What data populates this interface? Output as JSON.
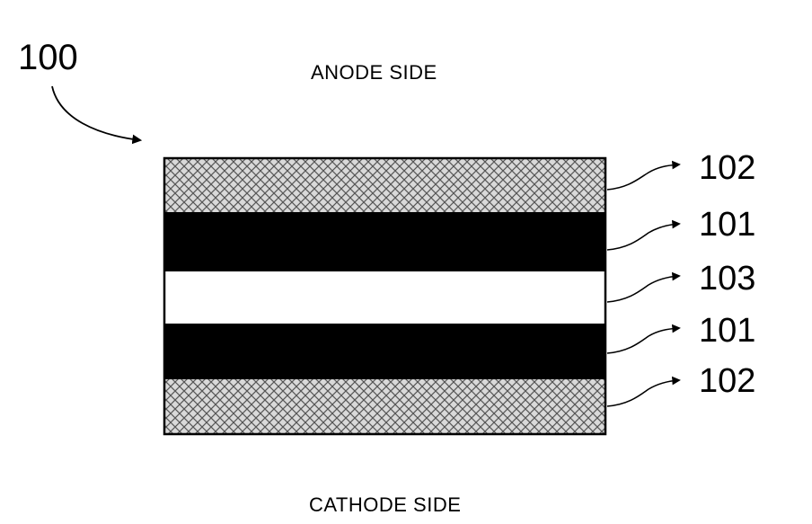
{
  "figure": {
    "reference_number": "100",
    "top_label": "ANODE SIDE",
    "bottom_label": "CATHODE SIDE"
  },
  "layers": [
    {
      "ref": "102",
      "fill": "crosshatch"
    },
    {
      "ref": "101",
      "fill": "black"
    },
    {
      "ref": "103",
      "fill": "white"
    },
    {
      "ref": "101",
      "fill": "black"
    },
    {
      "ref": "102",
      "fill": "crosshatch"
    }
  ],
  "colors": {
    "ink": "#000000",
    "background": "#ffffff",
    "hatch_bg": "#d9d9d9"
  }
}
